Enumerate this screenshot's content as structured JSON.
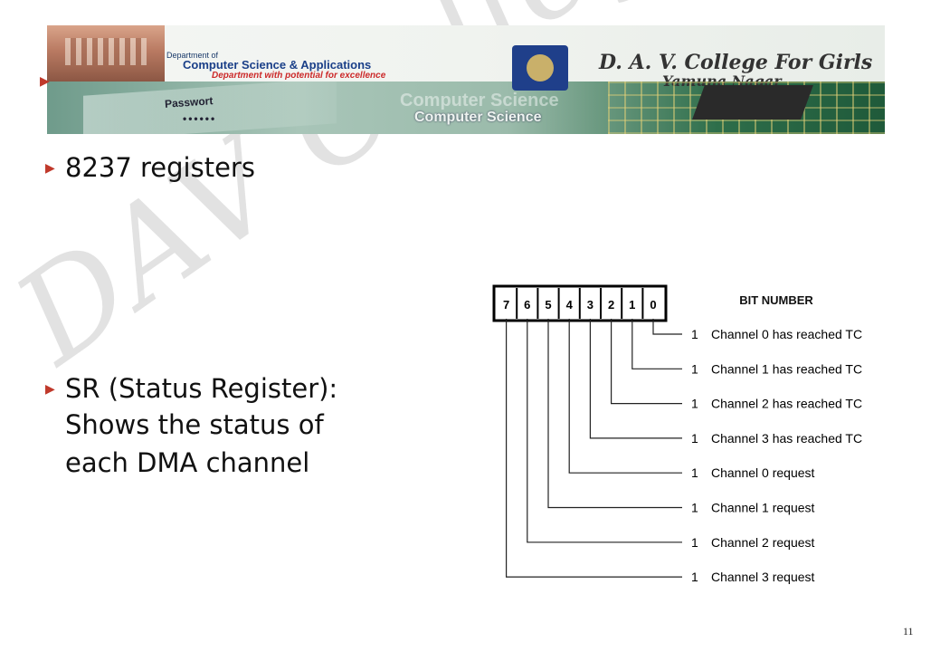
{
  "watermark": "DAV College for girls",
  "banner": {
    "dept_line1": "Department of",
    "dept_line2": "Computer Science & Applications",
    "dept_tagline": "Department with potential for excellence",
    "college_name": "D. A. V. College For Girls",
    "college_place": "Yamuna Nagar",
    "password_label": "Passwort",
    "password_dots": "••••••",
    "banner_text": "Computer Science"
  },
  "bullets": [
    {
      "text": "8237 registers"
    },
    {
      "lines": [
        "SR (Status Register):",
        "Shows the status of",
        "each DMA channel"
      ]
    }
  ],
  "diagram": {
    "header": "BIT NUMBER",
    "bits": [
      "7",
      "6",
      "5",
      "4",
      "3",
      "2",
      "1",
      "0"
    ],
    "rows": [
      {
        "bit": "0",
        "value": "1",
        "label": "Channel 0 has reached TC"
      },
      {
        "bit": "1",
        "value": "1",
        "label": "Channel 1 has reached TC"
      },
      {
        "bit": "2",
        "value": "1",
        "label": "Channel 2 has reached TC"
      },
      {
        "bit": "3",
        "value": "1",
        "label": "Channel 3 has reached TC"
      },
      {
        "bit": "4",
        "value": "1",
        "label": "Channel 0 request"
      },
      {
        "bit": "5",
        "value": "1",
        "label": "Channel 1 request"
      },
      {
        "bit": "6",
        "value": "1",
        "label": "Channel 2 request"
      },
      {
        "bit": "7",
        "value": "1",
        "label": "Channel 3 request"
      }
    ]
  },
  "page_number": "11"
}
